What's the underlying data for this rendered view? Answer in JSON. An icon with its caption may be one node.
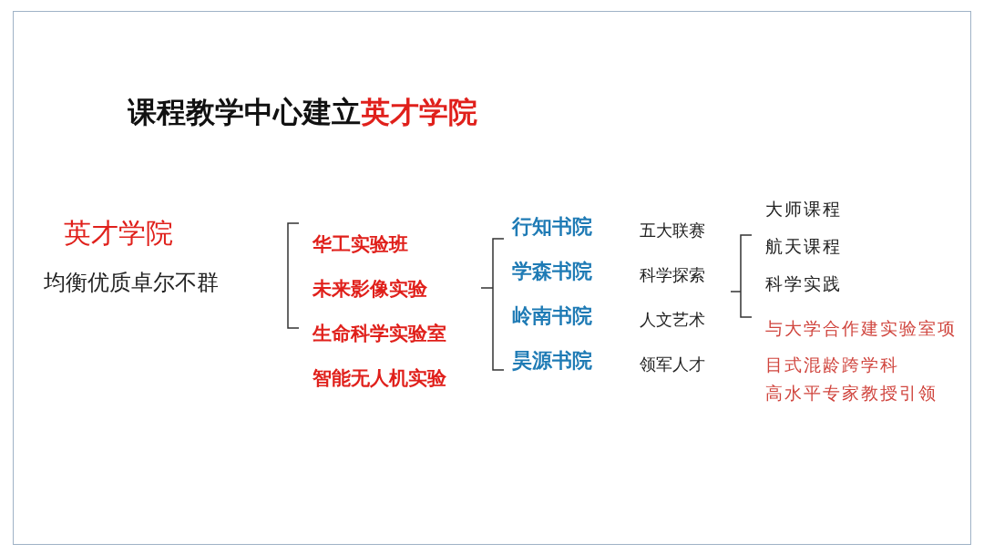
{
  "diagram": {
    "title": "课程教学中心建立英才学院",
    "labels": [
      "英才学院",
      "均衡优质卓尔不群",
      "华工实验班",
      "未来影像实验",
      "生命科学实验室",
      "智能无人机实验",
      "行知书院",
      "学森书院",
      "岭南书院",
      "昊源书院",
      "五大联赛",
      "科学探索",
      "人文艺术",
      "领军人才",
      "大师课程",
      "航天课程",
      "科学实践",
      "与大学合作建实验室项目式混龄跨学科",
      "高水平专家教授引领"
    ]
  }
}
